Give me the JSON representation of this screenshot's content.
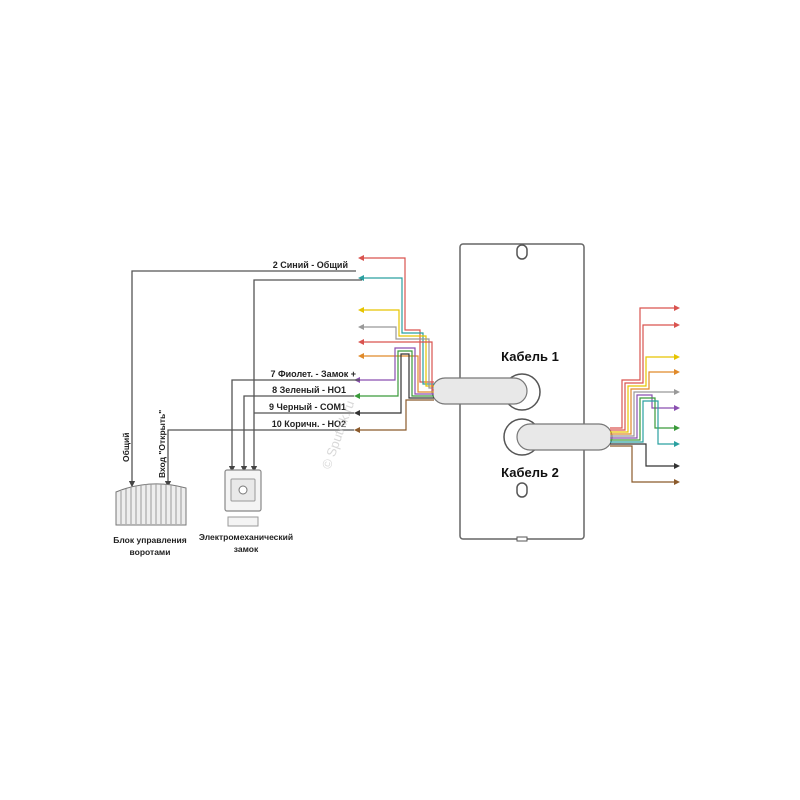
{
  "wire_labels": {
    "blue_common": "2 Синий - Общий",
    "violet_lock": "7 Фиолет. - Замок +",
    "green_no1": "8 Зеленый - НО1",
    "black_com1": "9 Черный - COM1",
    "brown_no2": "10 Коричн. - НО2"
  },
  "panel": {
    "cable1": "Кабель 1",
    "cable2": "Кабель 2"
  },
  "gate": {
    "terminal_common": "Общий",
    "terminal_open": "Вход \"Открыть\"",
    "caption_line1": "Блок управления",
    "caption_line2": "воротами"
  },
  "lock": {
    "caption_line1": "Электромеханический",
    "caption_line2": "замок"
  },
  "watermark": "© Sputnik.ru",
  "colors": {
    "red": "#d9534f",
    "teal": "#2aa0a0",
    "yellow": "#e6c400",
    "orange": "#e08a2a",
    "green": "#3a9a3a",
    "violet": "#8a4fb0",
    "brown": "#8b5a2b",
    "gray": "#888888"
  }
}
